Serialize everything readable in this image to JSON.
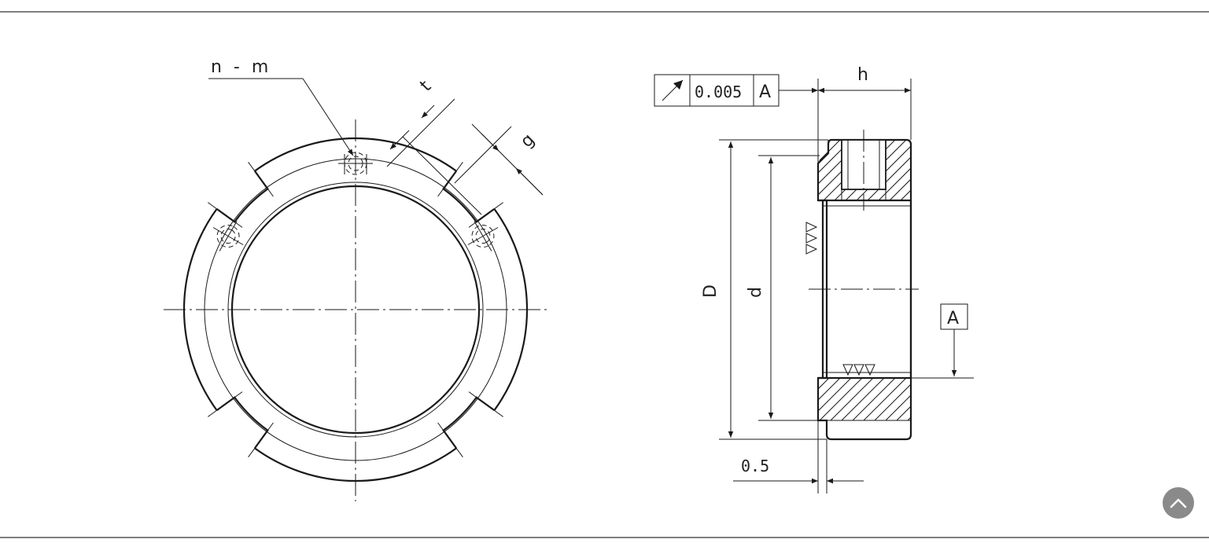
{
  "drawing": {
    "front_view": {
      "thread_callout": "n - m",
      "dim_slot_width": "t",
      "dim_slot_depth": "g"
    },
    "side_view": {
      "tolerance_symbol": "runout-arrow",
      "tolerance_value": "0.005",
      "datum_ref": "A",
      "dim_height": "h",
      "dim_outer": "D",
      "dim_inner": "d",
      "datum_flag": "A",
      "dim_chamfer": "0.5"
    },
    "colors": {
      "line": "#1a1a1a",
      "scroll_button": "#8a8a8a"
    }
  },
  "ui": {
    "scroll_top_icon": "chevron-up-icon"
  }
}
